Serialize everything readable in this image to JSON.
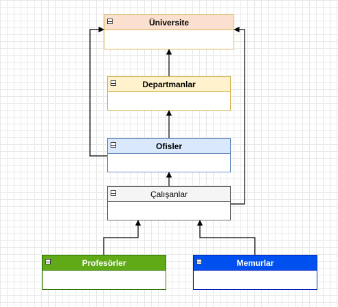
{
  "diagram": {
    "nodes": {
      "universite": {
        "title": "Üniversite",
        "header_color": "#fce0cf",
        "border_color": "#d6b656"
      },
      "departmanlar": {
        "title": "Departmanlar",
        "header_color": "#fff2cc",
        "border_color": "#d6b656"
      },
      "ofisler": {
        "title": "Ofisler",
        "header_color": "#dae8fc",
        "border_color": "#6c8ebf"
      },
      "calisanlar": {
        "title": "Çalışanlar",
        "header_color": "#f5f5f5",
        "border_color": "#666666"
      },
      "profesorler": {
        "title": "Profesörler",
        "header_color": "#60a917",
        "border_color": "#2d7600",
        "text_color": "#ffffff"
      },
      "memurlar": {
        "title": "Memurlar",
        "header_color": "#0050ef",
        "border_color": "#001dbc",
        "text_color": "#ffffff"
      }
    },
    "edges": [
      {
        "from": "departmanlar",
        "to": "universite"
      },
      {
        "from": "ofisler",
        "to": "departmanlar"
      },
      {
        "from": "ofisler",
        "to": "universite"
      },
      {
        "from": "calisanlar",
        "to": "ofisler"
      },
      {
        "from": "calisanlar",
        "to": "universite"
      },
      {
        "from": "profesorler",
        "to": "calisanlar"
      },
      {
        "from": "memurlar",
        "to": "calisanlar"
      }
    ]
  }
}
